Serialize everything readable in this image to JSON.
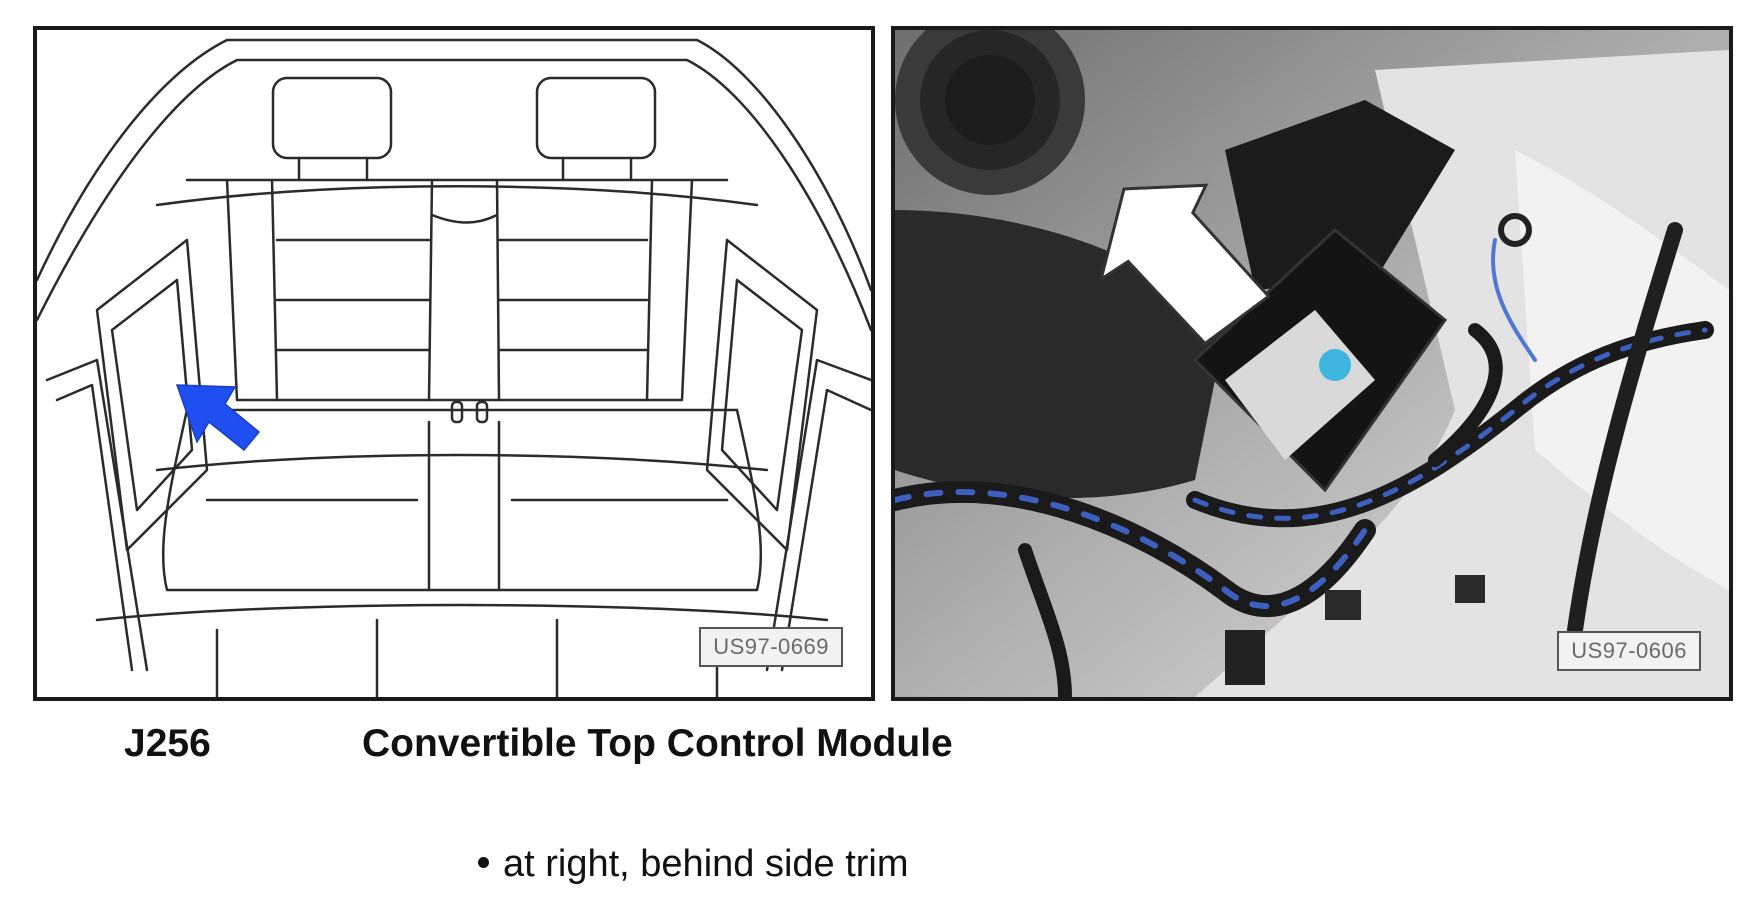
{
  "figures": {
    "left": {
      "ref_label": "US97-0669",
      "arrow_color": "#1f4ff0",
      "style": "line-drawing"
    },
    "right": {
      "ref_label": "US97-0606",
      "arrow_color": "#ffffff",
      "style": "photograph"
    }
  },
  "component": {
    "code": "J256",
    "name": "Convertible Top Control Module"
  },
  "notes": [
    {
      "text": "at right, behind side trim"
    }
  ]
}
